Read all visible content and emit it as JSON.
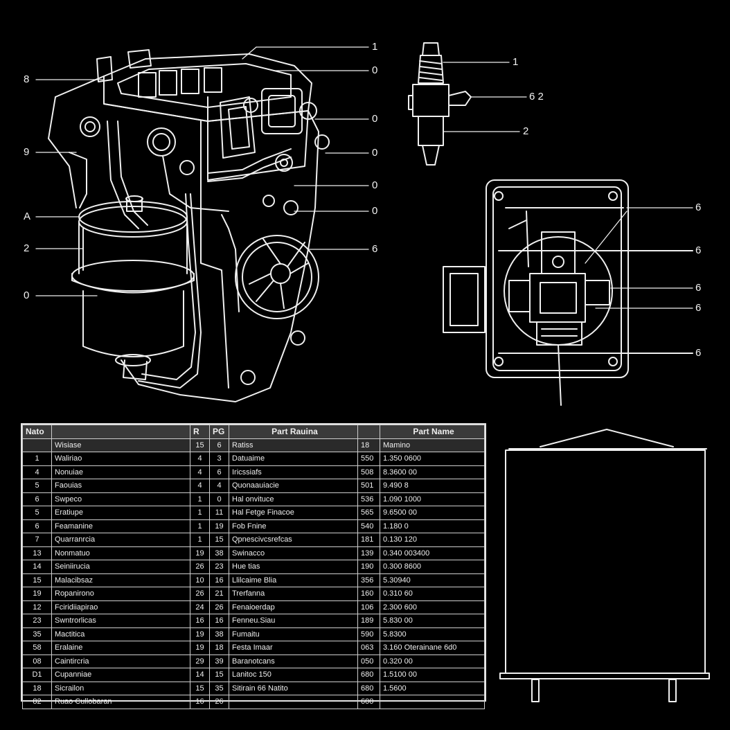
{
  "engine_callouts": [
    {
      "text": "1"
    },
    {
      "text": "0"
    },
    {
      "text": "0"
    },
    {
      "text": "0"
    },
    {
      "text": "0"
    },
    {
      "text": "0"
    },
    {
      "text": "6"
    },
    {
      "text": "8"
    },
    {
      "text": "9"
    },
    {
      "text": "A"
    },
    {
      "text": "2"
    },
    {
      "text": "0"
    }
  ],
  "plug_callouts": [
    {
      "text": "1"
    },
    {
      "text": "6 2"
    },
    {
      "text": "2"
    }
  ],
  "valve_callouts": [
    {
      "text": "6"
    },
    {
      "text": "6"
    },
    {
      "text": "6"
    },
    {
      "text": "6"
    },
    {
      "text": "6"
    }
  ],
  "table": {
    "header": [
      "Nato",
      "",
      "R",
      "PG",
      "Part Rauina",
      "",
      "Part Name"
    ],
    "subheader": [
      "",
      "Wisiase",
      "15",
      "6",
      "Ratiss",
      "18",
      "Mamino"
    ],
    "rows": [
      [
        "1",
        "Waliriao",
        "4",
        "3",
        "Datuaime",
        "550",
        "1.350 0600"
      ],
      [
        "4",
        "Nonuiae",
        "4",
        "6",
        "Iricssiafs",
        "508",
        "8.3600 00"
      ],
      [
        "5",
        "Faouias",
        "4",
        "4",
        "Quonaauiacie",
        "501",
        "9.490 8"
      ],
      [
        "6",
        "Swpeco",
        "1",
        "0",
        "Hal onvituce",
        "536",
        "1.090 1000"
      ],
      [
        "5",
        "Eratiupe",
        "1",
        "11",
        "Hal Fetge Finacoe",
        "565",
        "9.6500 00"
      ],
      [
        "6",
        "Feamanine",
        "1",
        "19",
        "Fob Fnine",
        "540",
        "1.180 0"
      ],
      [
        "7",
        "Quarranrcia",
        "1",
        "15",
        "Qpnescivcsrefcas",
        "181",
        "0.130 120"
      ],
      [
        "13",
        "Nonmatuo",
        "19",
        "38",
        "Swinacco",
        "139",
        "0.340 003400"
      ],
      [
        "14",
        "Seiniirucia",
        "26",
        "23",
        "Hue tias",
        "190",
        "0.300 8600"
      ],
      [
        "15",
        "Malacibsaz",
        "10",
        "16",
        "Llilcaime Blia",
        "356",
        "5.30940"
      ],
      [
        "19",
        "Ropanirono",
        "26",
        "21",
        "Trerfanna",
        "160",
        "0.310 60"
      ],
      [
        "12",
        "Fciridiiapirao",
        "24",
        "26",
        "Fenaioerdap",
        "106",
        "2.300 600"
      ],
      [
        "23",
        "Swntrorlicas",
        "16",
        "16",
        "Fenneu.Siau",
        "189",
        "5.830 00"
      ],
      [
        "35",
        "Mactitica",
        "19",
        "38",
        "Fumaitu",
        "590",
        "5.8300"
      ],
      [
        "58",
        "Eralaine",
        "19",
        "18",
        "Festa Imaar",
        "063",
        "3.160 Oterainane 6d0"
      ],
      [
        "08",
        "Caintircria",
        "29",
        "39",
        "Baranotcans",
        "050",
        "0.320 00"
      ],
      [
        "D1",
        "Cupanniae",
        "14",
        "15",
        "Lanitoc 150",
        "680",
        "1.5100 00"
      ],
      [
        "18",
        "Sicrailon",
        "15",
        "35",
        "Sitirain 66 Natito",
        "680",
        "1.5600"
      ],
      [
        "82",
        "Ruao Cullobaran",
        "16",
        "26",
        "",
        "600",
        ""
      ]
    ]
  }
}
